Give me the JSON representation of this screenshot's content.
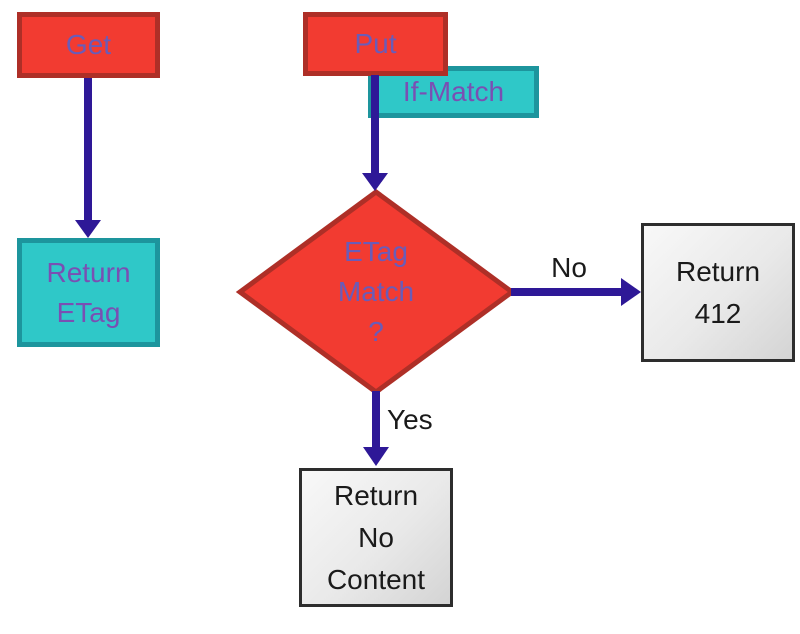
{
  "colors": {
    "red_fill": "#f23b31",
    "red_border": "#ae2f27",
    "teal_fill": "#2fc8c8",
    "teal_border": "#1d959d",
    "gray_fill_top": "#f8f8f8",
    "gray_fill_bottom": "#d4d4d4",
    "gray_border": "#2d2d2d",
    "arrow": "#2e1897",
    "text_on_red": "#6a5cb8",
    "text_on_teal": "#7a4fb3",
    "text_dark": "#1a1a1a"
  },
  "nodes": {
    "get": {
      "label": "Get"
    },
    "put": {
      "label": "Put"
    },
    "if_match": {
      "label": "If-Match"
    },
    "return_etag": {
      "lines": [
        "Return",
        "ETag"
      ]
    },
    "etag_match_decision": {
      "lines": [
        "ETag",
        "Match",
        "?"
      ]
    },
    "return_412": {
      "lines": [
        "Return",
        "412"
      ]
    },
    "return_no_content": {
      "lines": [
        "Return",
        "No",
        "Content"
      ]
    }
  },
  "edge_labels": {
    "no": "No",
    "yes": "Yes"
  }
}
